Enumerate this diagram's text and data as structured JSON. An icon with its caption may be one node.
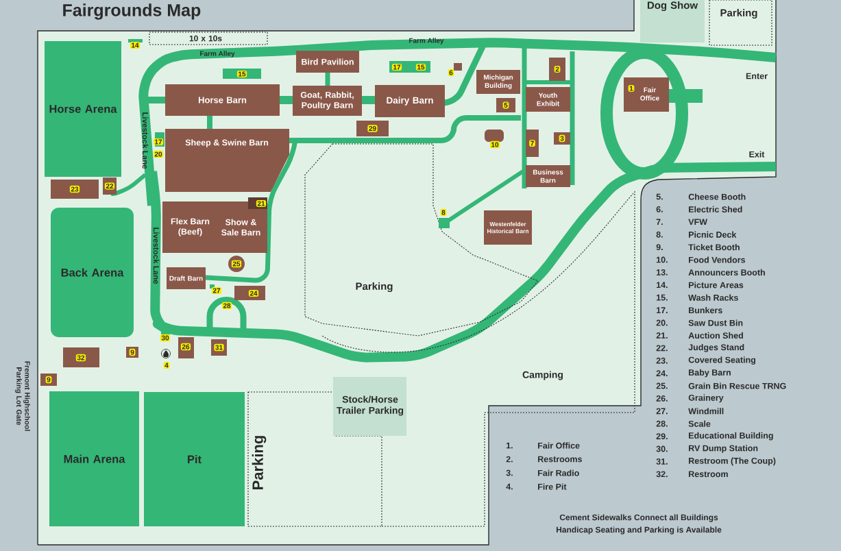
{
  "diagram": {
    "title": "Fairgrounds Map",
    "nodes": [
      {
        "text": [
          "Bird Pavilion"
        ]
      },
      {
        "text": [
          "Horse Barn"
        ]
      },
      {
        "text": [
          "Goat, Rabbit, Poultry Barn"
        ]
      },
      {
        "text": [
          "Dairy Barn"
        ]
      },
      {
        "text": [
          "Michigan Building"
        ]
      },
      {
        "text": [
          "Youth Exhibit"
        ]
      },
      {
        "text": [
          "1",
          "Fair Office"
        ]
      },
      {
        "text": [
          "Sheep & Swine Barn"
        ]
      },
      {
        "text": [
          "Flex Barn (Beef)",
          "Show & Sale Barn"
        ]
      },
      {
        "text": [
          "Draft Barn"
        ]
      },
      {
        "text": [
          "Business Barn"
        ]
      },
      {
        "text": [
          "Westenfelder Historical Barn"
        ]
      },
      {
        "text": [
          "Horse Arena"
        ]
      },
      {
        "text": [
          "Back Arena"
        ]
      },
      {
        "text": [
          "Main Arena"
        ]
      },
      {
        "text": [
          "Pit"
        ]
      },
      {
        "text": [
          "Dog Show"
        ]
      },
      {
        "text": [
          "Parking"
        ]
      },
      {
        "text": [
          "10 x 10s"
        ]
      },
      {
        "text": [
          "Parking"
        ]
      },
      {
        "text": [
          "Parking"
        ]
      },
      {
        "text": [
          "Stock/Horse Trailer Parking"
        ]
      },
      {
        "text": [
          "2"
        ]
      },
      {
        "text": [
          "5"
        ]
      },
      {
        "text": [
          "3"
        ]
      },
      {
        "text": [
          "7"
        ]
      },
      {
        "text": [
          "29"
        ]
      },
      {
        "text": [
          "23"
        ]
      },
      {
        "text": [
          "22"
        ]
      },
      {
        "text": [
          "24"
        ]
      },
      {
        "text": [
          "26"
        ]
      },
      {
        "text": [
          "31"
        ]
      },
      {
        "text": [
          "32"
        ]
      },
      {
        "text": [
          "9"
        ]
      },
      {
        "text": [
          "9"
        ]
      },
      {
        "text": [
          "21"
        ],
        "in": 8
      },
      {
        "text": [
          "25"
        ]
      },
      {
        "text": [
          "10"
        ]
      },
      {
        "text": [
          "6"
        ]
      },
      {
        "text": [
          "14"
        ]
      },
      {
        "text": [
          "15"
        ]
      },
      {
        "text": [
          "17",
          "15"
        ]
      },
      {
        "text": [
          "17"
        ]
      },
      {
        "text": [
          "20"
        ]
      },
      {
        "text": [
          "27"
        ]
      },
      {
        "text": [
          "28"
        ]
      },
      {
        "text": [
          "30"
        ]
      },
      {
        "text": [
          "4"
        ]
      },
      {
        "text": [
          "8"
        ]
      }
    ],
    "labels": [
      "Farm Alley",
      "Farm Alley",
      "Enter",
      "Livestock Lane",
      "Exit",
      "Livestock Lane",
      "Camping",
      "Fremont Highschool Parking Lot Gate",
      "1.",
      "Fair Office",
      "2.",
      "Restrooms",
      "3.",
      "Fair Radio",
      "4.",
      "Fire Pit",
      "5.",
      "Cheese Booth",
      "6.",
      "Electric Shed",
      "7.",
      "VFW",
      "8.",
      "Picnic Deck",
      "9.",
      "Ticket Booth",
      "10.",
      "Food Vendors",
      "13.",
      "Announcers Booth",
      "14.",
      "Picture Areas",
      "15.",
      "Wash Racks",
      "17.",
      "Bunkers",
      "20.",
      "Saw Dust Bin",
      "21.",
      "Auction Shed",
      "22.",
      "Judges Stand",
      "23.",
      "Covered Seating",
      "24.",
      "Baby Barn",
      "25.",
      "Grain Bin Rescue TRNG",
      "26.",
      "Grainery",
      "27.",
      "Windmill",
      "28.",
      "Scale",
      "29.",
      "Educational Building",
      "30.",
      "RV Dump Station",
      "31.",
      "Restroom (The Coup)",
      "32.",
      "Restroom",
      "Cement Sidewalks Connect all Buildings",
      "Handicap Seating and Parking is Available"
    ]
  }
}
